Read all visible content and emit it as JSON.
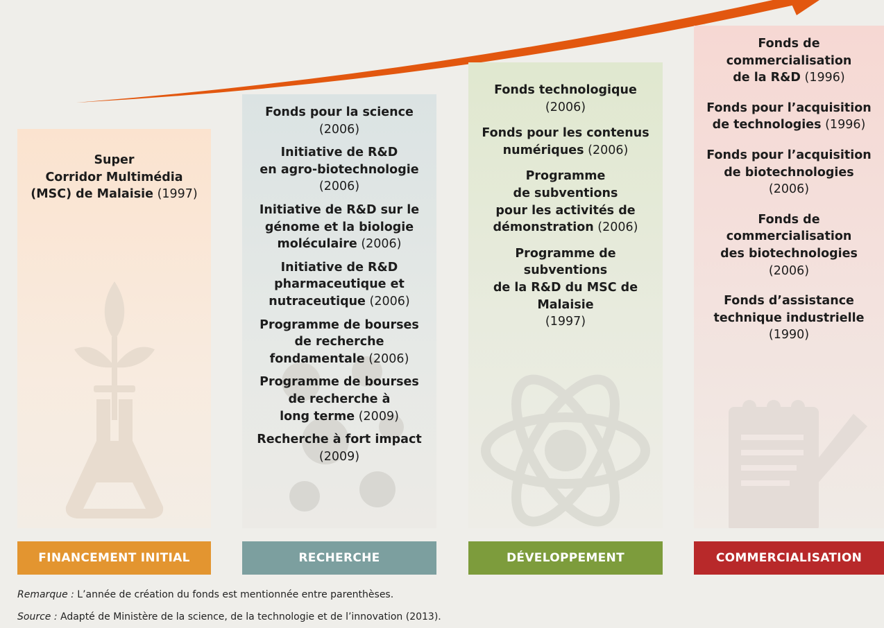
{
  "figure": {
    "arrow_color": "#e2570f"
  },
  "columns": [
    {
      "id": "seed",
      "icon": "flask-icon",
      "color": "#e39530",
      "label": "FINANCEMENT INITIAL",
      "funds": [
        {
          "lines": [
            {
              "t": "Super",
              "b": true
            },
            {
              "t": "Corridor Multimédia",
              "b": true
            },
            {
              "t": "(MSC) de Malaisie",
              "b": true,
              "year": " (1997)"
            }
          ]
        }
      ]
    },
    {
      "id": "research",
      "icon": "molecules-icon",
      "color": "#7c9f9f",
      "label": "RECHERCHE",
      "funds": [
        {
          "lines": [
            {
              "t": "Fonds pour la science",
              "b": true
            },
            {
              "t": "",
              "b": false,
              "year": "(2006)"
            }
          ]
        },
        {
          "lines": [
            {
              "t": "Initiative de R&D",
              "b": true
            },
            {
              "t": "en agro-biotechnologie",
              "b": true
            },
            {
              "t": "",
              "b": false,
              "year": "(2006)"
            }
          ]
        },
        {
          "lines": [
            {
              "t": "Initiative de R&D sur le",
              "b": true
            },
            {
              "t": "génome et la biologie",
              "b": true
            },
            {
              "t": "moléculaire",
              "b": true,
              "year": " (2006)"
            }
          ]
        },
        {
          "lines": [
            {
              "t": "Initiative de R&D",
              "b": true
            },
            {
              "t": "pharmaceutique et",
              "b": true
            },
            {
              "t": "nutraceutique",
              "b": true,
              "year": " (2006)"
            }
          ]
        },
        {
          "lines": [
            {
              "t": "Programme de bourses",
              "b": true
            },
            {
              "t": "de recherche",
              "b": true
            },
            {
              "t": "fondamentale",
              "b": true,
              "year": " (2006)"
            }
          ]
        },
        {
          "lines": [
            {
              "t": "Programme de bourses",
              "b": true
            },
            {
              "t": "de recherche à",
              "b": true
            },
            {
              "t": "long terme",
              "b": true,
              "year": " (2009)"
            }
          ]
        },
        {
          "lines": [
            {
              "t": "Recherche à fort impact",
              "b": true
            },
            {
              "t": "",
              "b": false,
              "year": "(2009)"
            }
          ]
        }
      ]
    },
    {
      "id": "dev",
      "icon": "atom-icon",
      "color": "#7d9c3c",
      "label": "DÉVELOPPEMENT",
      "funds": [
        {
          "lines": [
            {
              "t": "Fonds technologique",
              "b": true
            },
            {
              "t": "",
              "b": false,
              "year": "(2006)"
            }
          ]
        },
        {
          "lines": [
            {
              "t": "Fonds pour les contenus",
              "b": true
            },
            {
              "t": "numériques",
              "b": true,
              "year": " (2006)"
            }
          ]
        },
        {
          "lines": [
            {
              "t": "Programme",
              "b": true
            },
            {
              "t": "de subventions",
              "b": true
            },
            {
              "t": "pour les activités de",
              "b": true
            },
            {
              "t": "démonstration",
              "b": true,
              "year": " (2006)"
            }
          ]
        },
        {
          "lines": [
            {
              "t": "Programme de",
              "b": true
            },
            {
              "t": "subventions",
              "b": true
            },
            {
              "t": "de la R&D du MSC de",
              "b": true
            },
            {
              "t": "Malaisie",
              "b": true
            },
            {
              "t": "",
              "b": false,
              "year": "(1997)"
            }
          ]
        }
      ]
    },
    {
      "id": "comm",
      "icon": "document-pencil-icon",
      "color": "#b8292a",
      "label": "COMMERCIALISATION",
      "funds": [
        {
          "lines": [
            {
              "t": "Fonds de",
              "b": true
            },
            {
              "t": "commercialisation",
              "b": true
            },
            {
              "t": "de la R&D",
              "b": true,
              "year": " (1996)"
            }
          ]
        },
        {
          "lines": [
            {
              "t": "Fonds pour l’acquisition",
              "b": true
            },
            {
              "t": "de technologies",
              "b": true,
              "year": " (1996)"
            }
          ]
        },
        {
          "lines": [
            {
              "t": "Fonds pour l’acquisition",
              "b": true
            },
            {
              "t": "de biotechnologies",
              "b": true
            },
            {
              "t": "",
              "b": false,
              "year": "(2006)"
            }
          ]
        },
        {
          "lines": [
            {
              "t": "Fonds de",
              "b": true
            },
            {
              "t": "commercialisation",
              "b": true
            },
            {
              "t": "des biotechnologies",
              "b": true
            },
            {
              "t": "",
              "b": false,
              "year": "(2006)"
            }
          ]
        },
        {
          "lines": [
            {
              "t": "Fonds d’assistance",
              "b": true
            },
            {
              "t": "technique industrielle",
              "b": true
            },
            {
              "t": "",
              "b": false,
              "year": "(1990)"
            }
          ]
        }
      ]
    }
  ],
  "notes": {
    "remark_label": "Remarque :",
    "remark_text": " L’année de création du fonds est mentionnée entre parenthèses.",
    "source_label": "Source :",
    "source_text": " Adapté de Ministère de la science, de la technologie et de l’innovation (2013)."
  }
}
